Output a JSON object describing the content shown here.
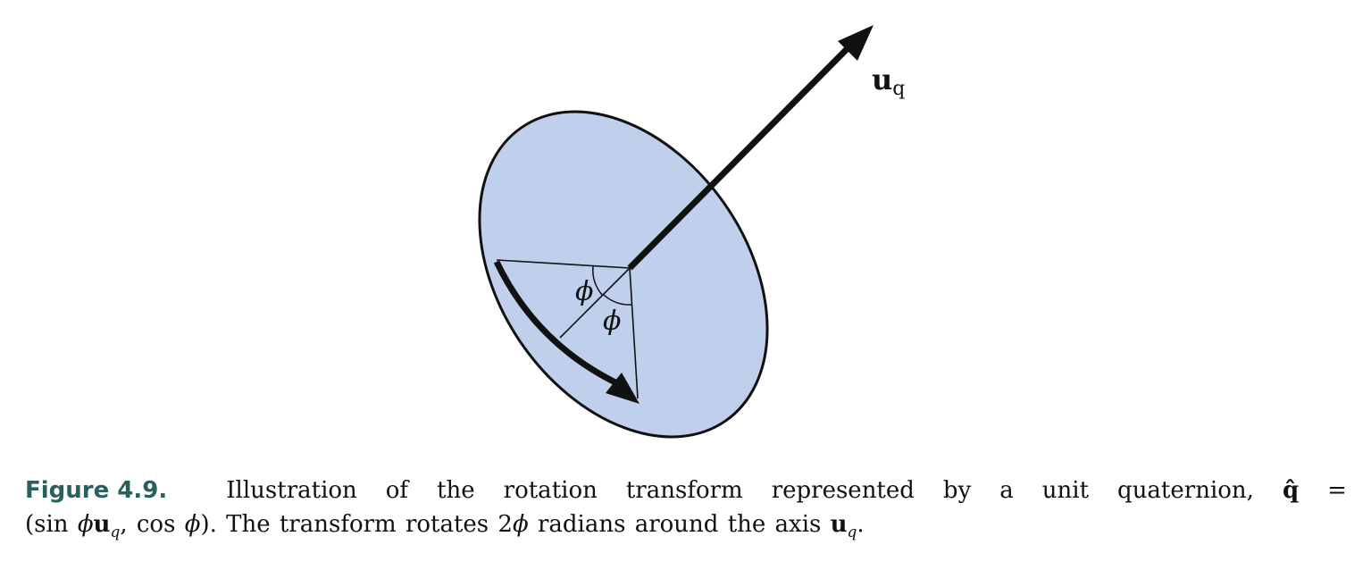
{
  "diagram": {
    "axis_label_main": "u",
    "axis_label_sub": "q",
    "angle_label_1": "ϕ",
    "angle_label_2": "ϕ",
    "disc_fill": "#bfcfec",
    "stroke_color": "#111111"
  },
  "caption": {
    "figure_label": "Figure 4.9.",
    "line1_words": [
      "Illustration",
      "of",
      "the",
      "rotation",
      "transform",
      "represented",
      "by",
      "a",
      "unit",
      "quaternion,"
    ],
    "q_hat": "q̂",
    "equals": "=",
    "line2_open": "(sin ",
    "phi": "ϕ",
    "u": "u",
    "sub_q": "q",
    "comma_cos": ",  cos ",
    "line2_mid": "). The transform rotates 2",
    "line2_end": " radians around the axis ",
    "period": "."
  }
}
